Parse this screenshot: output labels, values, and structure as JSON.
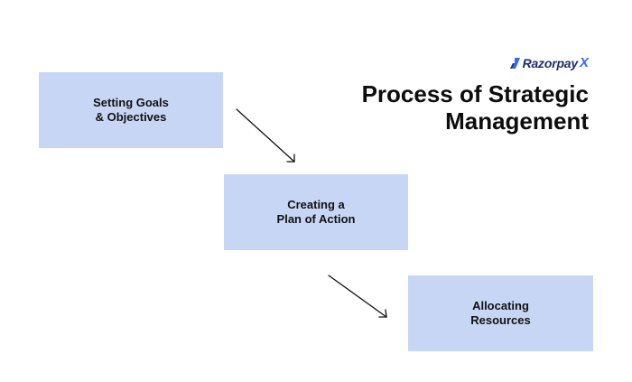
{
  "logo": {
    "text": "Razorpay",
    "suffix": "X",
    "icon": "razorpay-logo-mark-icon",
    "colors": {
      "text": "#1b2f6e",
      "accent": "#2f6df6"
    }
  },
  "title": "Process of Strategic\nManagement",
  "steps": [
    {
      "label": "Setting Goals\n& Objectives"
    },
    {
      "label": "Creating a\nPlan of Action"
    },
    {
      "label": "Allocating\nResources"
    }
  ],
  "colors": {
    "box_fill": "#c7d6f5",
    "arrow": "#111111",
    "title": "#0d0d0d"
  }
}
